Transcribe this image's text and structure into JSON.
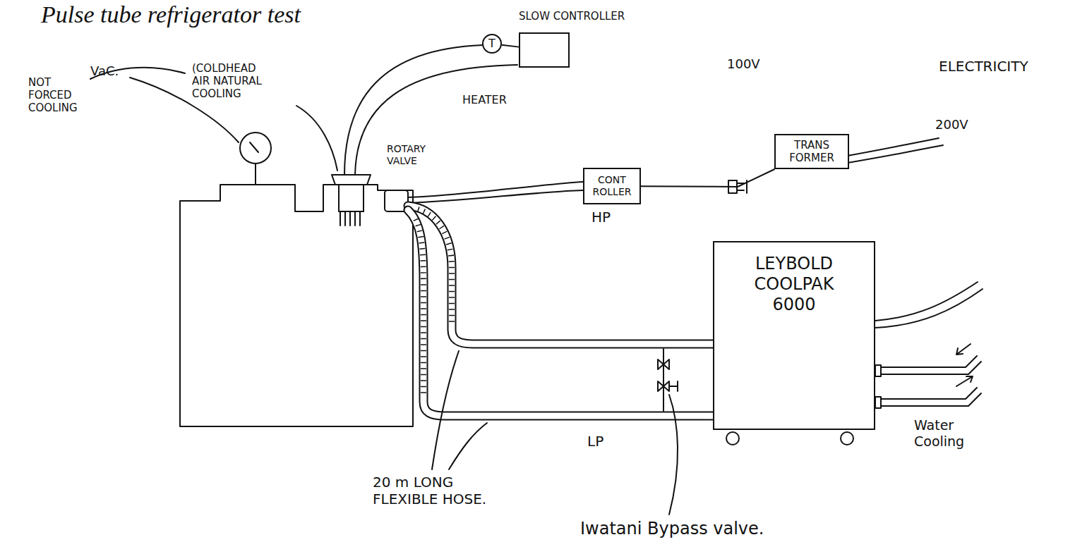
{
  "diagram": {
    "title": "Pulse tube refrigerator test",
    "nodes": [
      {
        "text": [
          "SLOW CONTROLLER"
        ]
      },
      {
        "text": [
          "T"
        ]
      },
      {
        "text": [
          "CONT ROLLER"
        ]
      },
      {
        "text": [
          "TRANS FORMER"
        ]
      },
      {
        "text": [
          "LEYBOLD COOLPAK 6000"
        ]
      }
    ],
    "edges": [
      {
        "from": 1,
        "to": 0,
        "arrow": "none"
      },
      {
        "from": 2,
        "to": 3,
        "arrow": "none"
      }
    ],
    "labels": [
      "NOT FORCED COOLING",
      "(COLDHEAD AIR NATURAL COOLING",
      "VaC.",
      "HEATER",
      "ROTARY VALVE",
      "100V",
      "200V",
      "HP",
      "LP",
      "ELECTRICITY",
      "Water Cooling",
      "20 m LONG FLEXIBLE HOSE.",
      "Iwatani Bypass valve."
    ]
  }
}
